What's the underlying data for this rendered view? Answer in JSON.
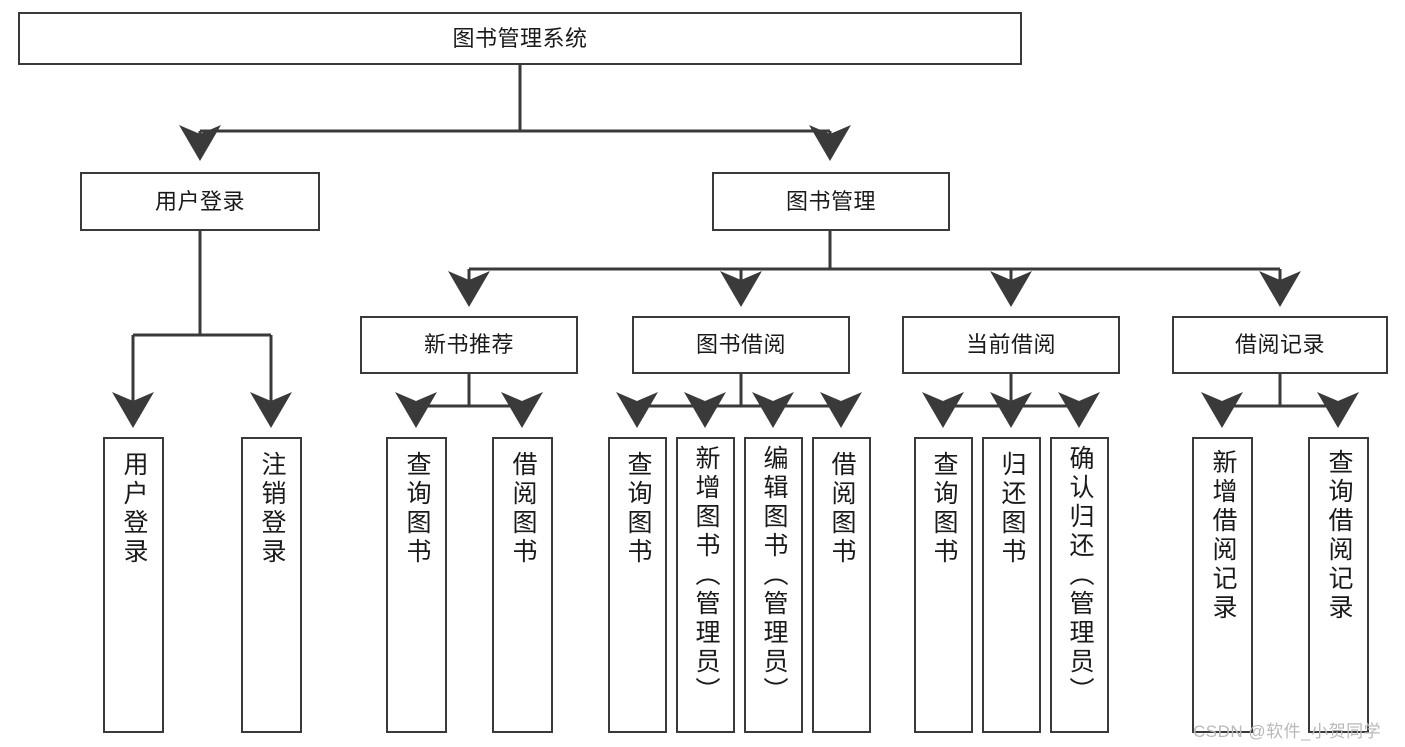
{
  "diagram": {
    "title": "图书管理系统",
    "type": "tree-hierarchy-chart",
    "nodes": {
      "root": {
        "label": "图书管理系统"
      },
      "level2": [
        {
          "id": "user-login",
          "label": "用户登录"
        },
        {
          "id": "book-manage",
          "label": "图书管理"
        }
      ],
      "level3": [
        {
          "id": "new-book-recommend",
          "label": "新书推荐"
        },
        {
          "id": "book-borrow",
          "label": "图书借阅"
        },
        {
          "id": "current-borrow",
          "label": "当前借阅"
        },
        {
          "id": "borrow-record",
          "label": "借阅记录"
        }
      ],
      "leaves": {
        "user_login": [
          {
            "id": "leaf-user-login",
            "label": "用户登录"
          },
          {
            "id": "leaf-logout-login",
            "label": "注销登录"
          }
        ],
        "new_book_recommend": [
          {
            "id": "leaf-query-book-1",
            "label": "查询图书"
          },
          {
            "id": "leaf-borrow-book-1",
            "label": "借阅图书"
          }
        ],
        "book_borrow": [
          {
            "id": "leaf-query-book-2",
            "label": "查询图书"
          },
          {
            "id": "leaf-add-book",
            "label": "新增图书（管理员）"
          },
          {
            "id": "leaf-edit-book",
            "label": "编辑图书（管理员）"
          },
          {
            "id": "leaf-borrow-book-2",
            "label": "借阅图书"
          }
        ],
        "current_borrow": [
          {
            "id": "leaf-query-book-3",
            "label": "查询图书"
          },
          {
            "id": "leaf-return-book",
            "label": "归还图书"
          },
          {
            "id": "leaf-confirm-return",
            "label": "确认归还（管理员）"
          }
        ],
        "borrow_record": [
          {
            "id": "leaf-add-record",
            "label": "新增借阅记录"
          },
          {
            "id": "leaf-query-record",
            "label": "查询借阅记录"
          }
        ]
      }
    },
    "colors": {
      "node_border": "#3a3a3a",
      "node_fill": "#ffffff",
      "connector": "#3a3a3a",
      "text": "#1a1a1a",
      "watermark": "#b9b9b9",
      "background": "#ffffff"
    }
  },
  "watermark": {
    "text": "CSDN @软件_小贺同学"
  }
}
